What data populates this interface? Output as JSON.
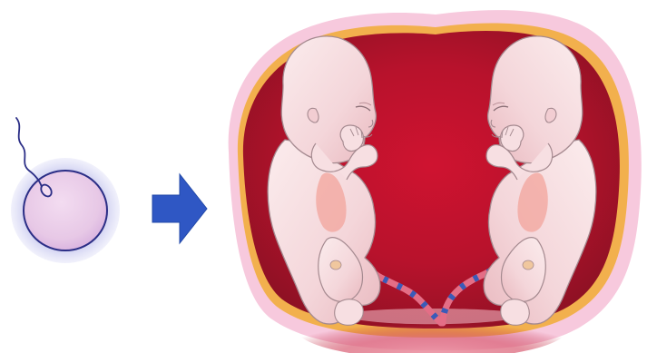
{
  "illustration": {
    "stages": [
      {
        "id": "fertilization",
        "icon": "egg-and-sperm-icon"
      },
      {
        "id": "transition",
        "icon": "right-arrow-icon"
      },
      {
        "id": "twins",
        "icon": "twin-fetuses-in-womb-icon"
      }
    ],
    "colors": {
      "egg_fill": "#e7c8e6",
      "egg_halo": "#c6c7ee",
      "egg_outline": "#2b2e86",
      "sperm": "#2b2e86",
      "arrow": "#2f57c4",
      "uterus_outer": "#f7c9dd",
      "uterus_rim": "#f2b04d",
      "uterus_inner": "#a3152a",
      "uterus_core": "#c8122e",
      "fetus_skin": "#f7dfe2",
      "fetus_shadow": "#e8b7bc",
      "fetus_outline": "#9a7f85",
      "chest_pink": "#f2a7a0",
      "cord_pink": "#e46e86",
      "cord_blue": "#3a5bb8"
    }
  }
}
